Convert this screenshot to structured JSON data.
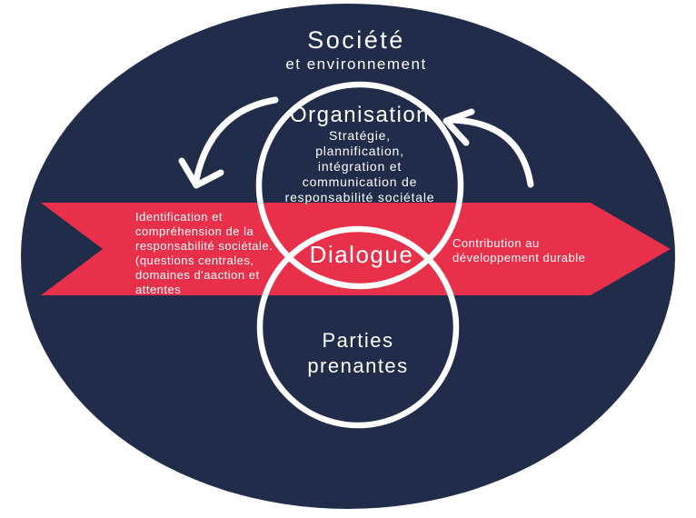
{
  "colors": {
    "background": "#ffffff",
    "ellipse_navy": "#212b4a",
    "band_red": "#e8304a",
    "stroke_white": "#ffffff"
  },
  "outer": {
    "title": "Société",
    "subtitle": "et environnement"
  },
  "circles": {
    "organisation": {
      "title": "Organisation",
      "body": "Stratégie,\nplannification,\nintégration et\ncommunication de\nresponsabilité sociétale"
    },
    "overlap": {
      "label": "Dialogue"
    },
    "parties": {
      "label": "Parties\nprenantes"
    }
  },
  "band": {
    "left_text": "Identification et\ncompréhension de la\nresponsabilité sociétale.\n(questions centrales,\ndomaines d'aaction et\nattentes",
    "right_text": "Contribution au\ndéveloppement durable"
  },
  "icons": {
    "left_arrow": "curved-arrow-counterclockwise",
    "right_arrow": "curved-arrow-clockwise"
  }
}
